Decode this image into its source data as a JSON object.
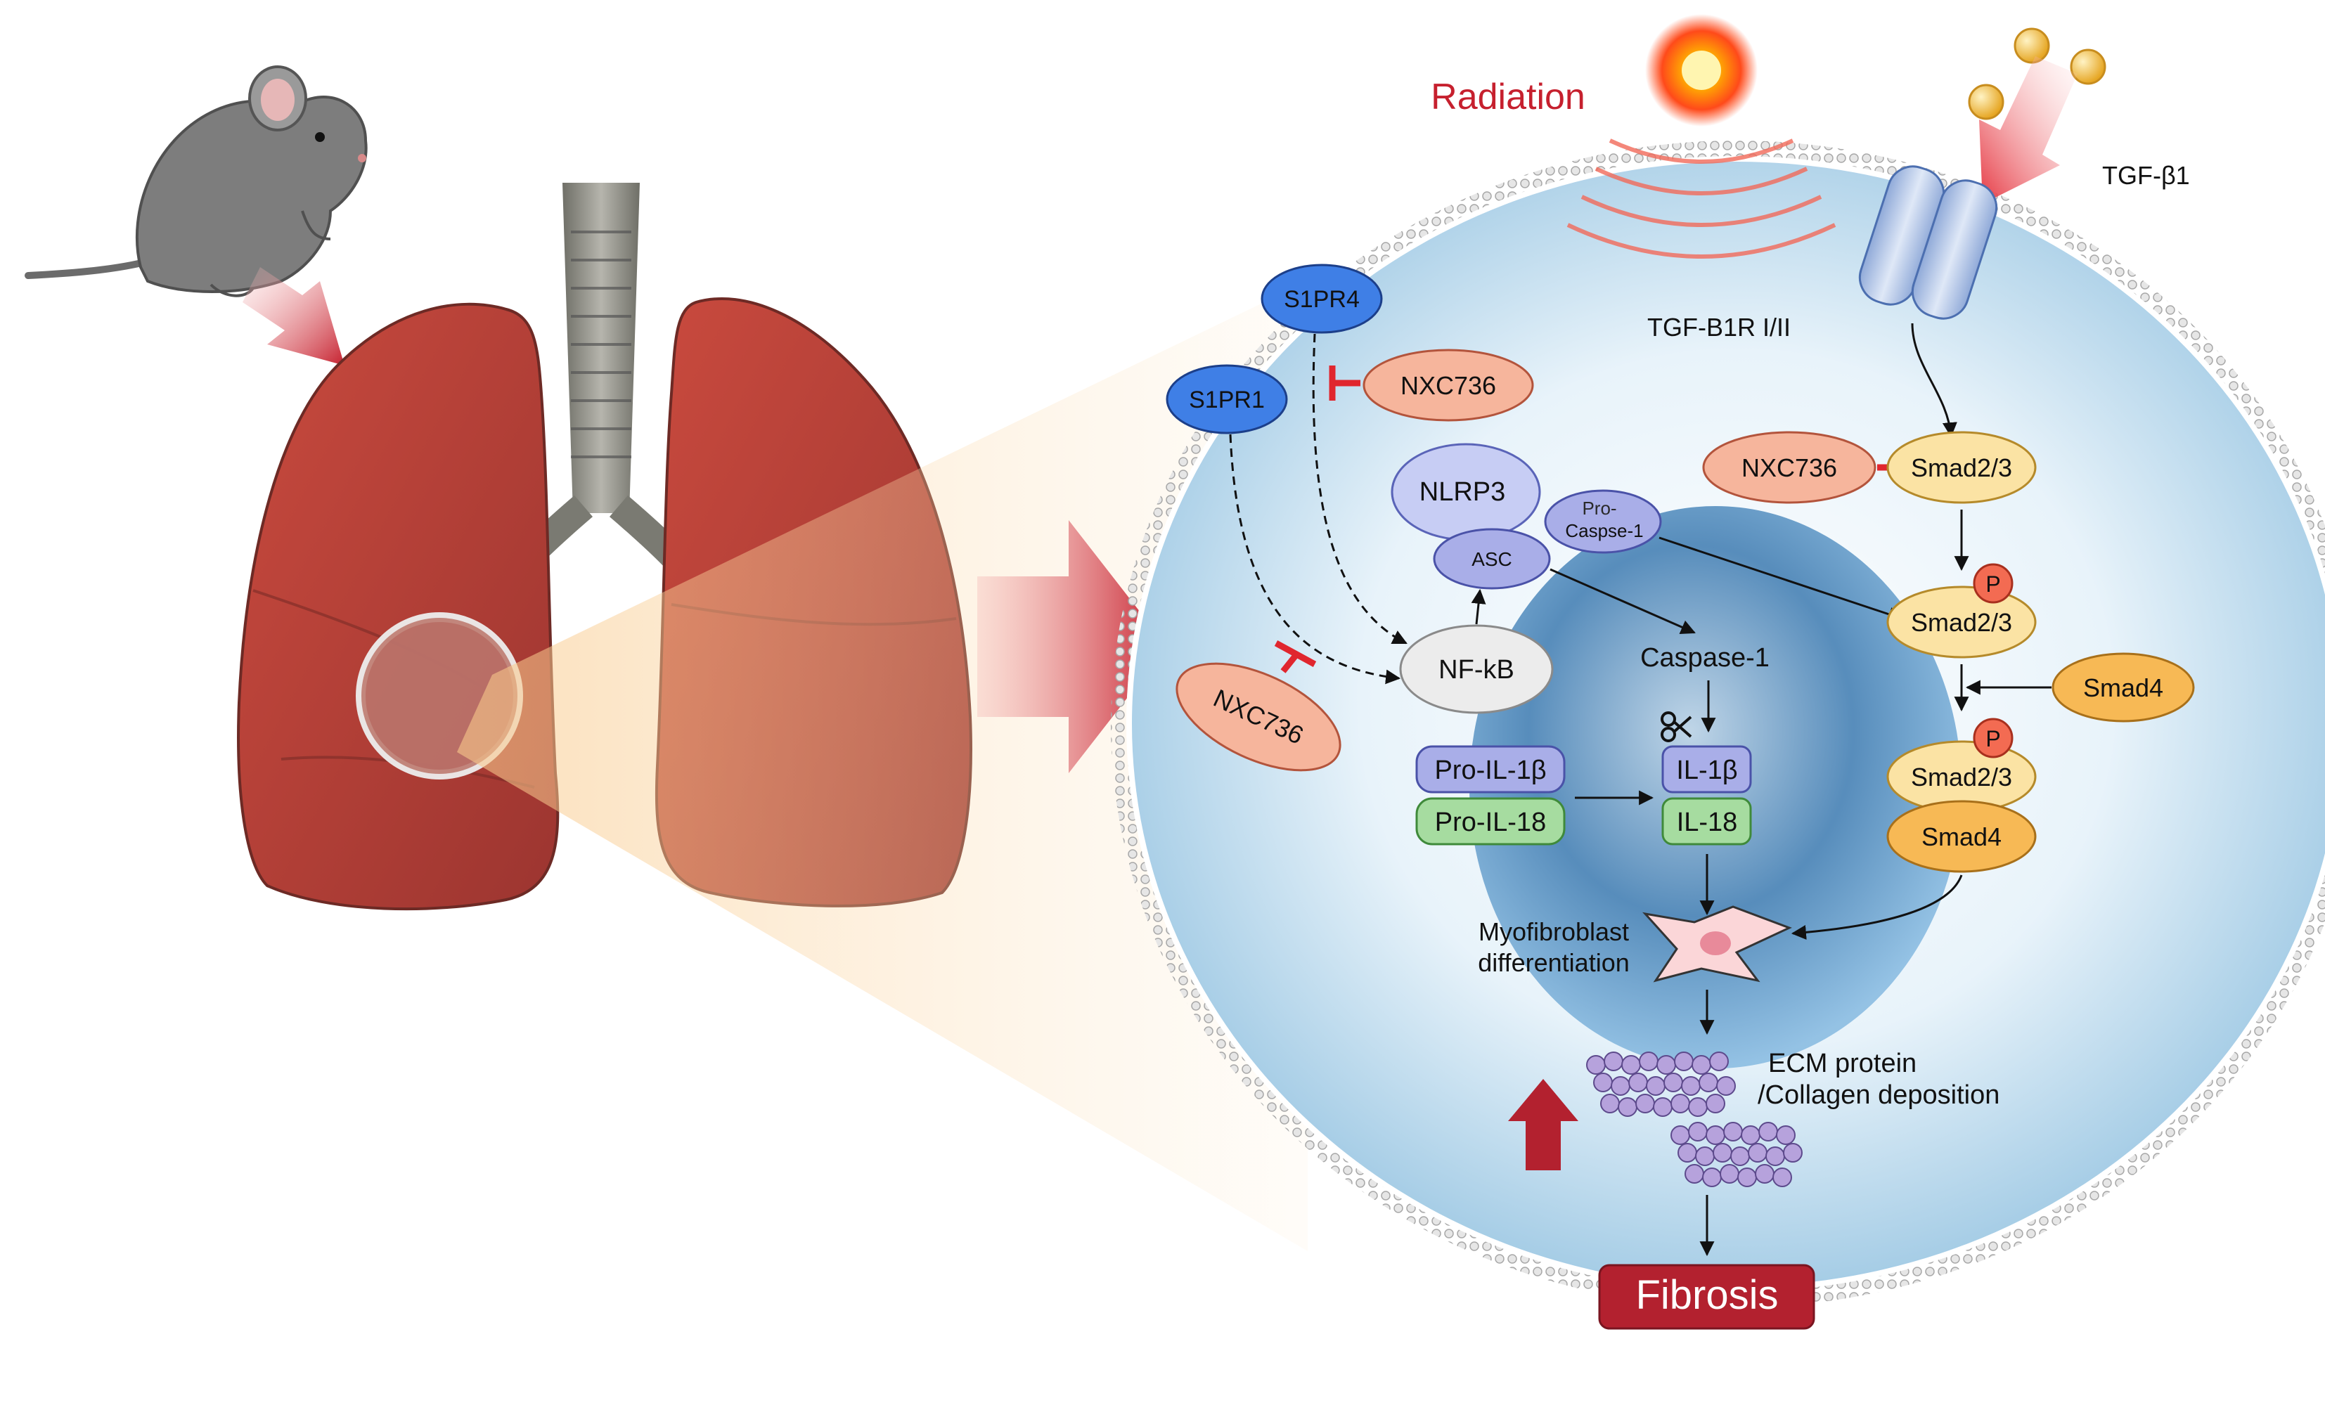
{
  "labels": {
    "radiation": "Radiation",
    "tgf_beta1": "TGF-β1",
    "receptor": "TGF-B1R I/II",
    "s1pr4": "S1PR4",
    "s1pr1": "S1PR1",
    "nxc736_top": "NXC736",
    "nxc736_smad": "NXC736",
    "nxc736_left": "NXC736",
    "nlrp3": "NLRP3",
    "asc": "ASC",
    "pro_caspase_line1": "Pro-",
    "pro_caspase_line2": "Caspse-1",
    "nfkb": "NF-kB",
    "caspase1": "Caspase-1",
    "pro_il1b": "Pro-IL-1β",
    "pro_il18": "Pro-IL-18",
    "il1b": "IL-1β",
    "il18": "IL-18",
    "smad23_a": "Smad2/3",
    "smad23_b": "Smad2/3",
    "smad23_c": "Smad2/3",
    "smad4_free": "Smad4",
    "smad4_complex": "Smad4",
    "phospho_1": "P",
    "phospho_2": "P",
    "myofibroblast_line1": "Myofibroblast",
    "myofibroblast_line2": "differentiation",
    "ecm_line1": "ECM protein",
    "ecm_line2": "/Collagen deposition",
    "fibrosis": "Fibrosis"
  },
  "colors": {
    "inhibit": "#e0262e",
    "accent_red": "#b3212f",
    "receptor_blue": "#3f7fe6",
    "nxc_salmon": "#f6b59c",
    "smad_yellow": "#fbe3a4",
    "smad4_orange": "#f7b955",
    "inflammasome_lavender": "#c7cdf4",
    "il1b_purple": "#a9aee8",
    "il18_green": "#a6dca0",
    "lung": "#b8473c",
    "collagen": "#b6a2dc"
  },
  "icons": [
    "mouse-icon",
    "lung-icon",
    "radiation-source-icon",
    "scissors-icon",
    "myofibroblast-cell-icon",
    "collagen-fiber-icon",
    "up-arrow-icon"
  ]
}
